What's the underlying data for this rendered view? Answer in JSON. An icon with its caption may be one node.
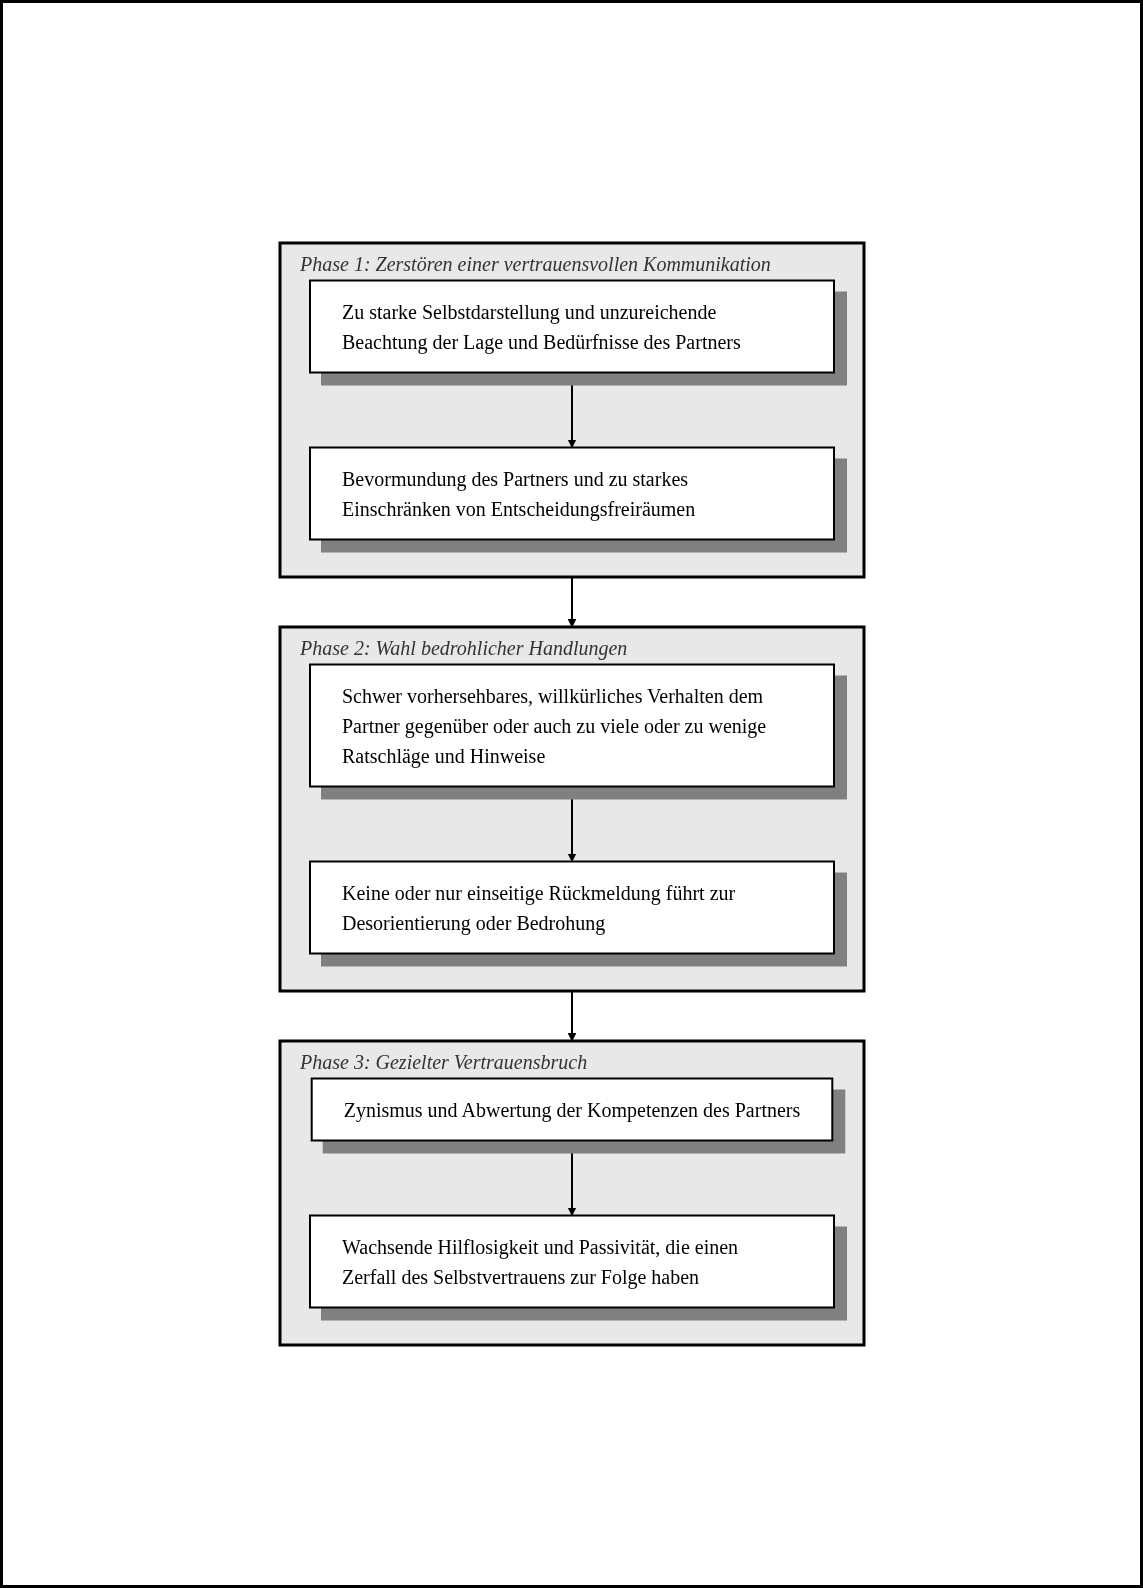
{
  "diagram": {
    "nodes": [
      {
        "text": [
          "Phase 1: Zerstören einer vertrauensvollen Kommunikation"
        ]
      },
      {
        "text": [
          "Zu starke Selbstdarstellung und unzureichende Beachtung der Lage und Bedürfnisse des Partners"
        ],
        "in": 0
      },
      {
        "text": [
          "Bevormundung des Partners und zu starkes Einschränken von Entscheidungsfreiräumen"
        ],
        "in": 0
      },
      {
        "text": [
          "Phase 2: Wahl bedrohlicher Handlungen"
        ]
      },
      {
        "text": [
          "Schwer vorhersehbares, willkürliches Verhalten dem Partner gegenüber oder auch zu viele oder zu wenige Ratschläge und Hinweise"
        ],
        "in": 3
      },
      {
        "text": [
          "Keine oder nur einseitige Rückmeldung führt zur Desorientierung oder Bedrohung"
        ],
        "in": 3
      },
      {
        "text": [
          "Phase 3: Gezielter Vertrauensbruch"
        ]
      },
      {
        "text": [
          "Zynismus und Abwertung der Kompetenzen des Partners"
        ],
        "in": 6
      },
      {
        "text": [
          "Wachsende Hilflosigkeit und Passivität, die einen Zerfall des Selbstvertrauens zur Folge haben"
        ],
        "in": 6
      }
    ],
    "edges": [
      {
        "from": 1,
        "to": 2,
        "arrow": "to"
      },
      {
        "from": 0,
        "to": 3,
        "arrow": "to"
      },
      {
        "from": 4,
        "to": 5,
        "arrow": "to"
      },
      {
        "from": 3,
        "to": 6,
        "arrow": "to"
      },
      {
        "from": 7,
        "to": 8,
        "arrow": "to"
      }
    ]
  }
}
